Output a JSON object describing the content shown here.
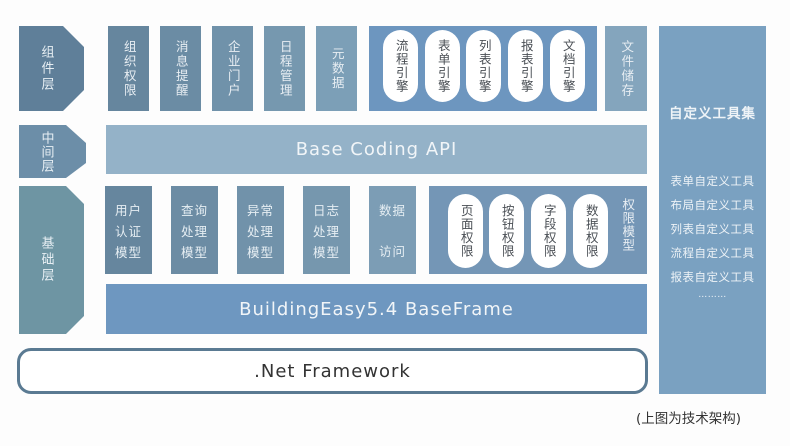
{
  "layers": {
    "component": "组件层",
    "middle": "中间层",
    "base": "基础层"
  },
  "component_row": {
    "boxes": [
      "组织权限",
      "消息提醒",
      "企业门户",
      "日程管理",
      "元数据"
    ],
    "engines": [
      "流程引擎",
      "表单引擎",
      "列表引擎",
      "报表引擎",
      "文档引擎"
    ],
    "storage": "文件储存"
  },
  "middle_bar": "Base Coding API",
  "base_row": {
    "models": [
      [
        "用户",
        "认证",
        "模型"
      ],
      [
        "查询",
        "处理",
        "模型"
      ],
      [
        "异常",
        "处理",
        "模型"
      ],
      [
        "日志",
        "处理",
        "模型"
      ],
      [
        "数据",
        "",
        "访问"
      ]
    ],
    "permissions": [
      "页面权限",
      "按钮权限",
      "字段权限",
      "数据权限"
    ],
    "permission_model_label": "权限模型"
  },
  "baseframe_bar": "BuildingEasy5.4 BaseFrame",
  "net_bar": ".Net Framework",
  "toolset": {
    "title": "自定义工具集",
    "items": [
      "表单自定义工具",
      "布局自定义工具",
      "列表自定义工具",
      "流程自定义工具",
      "报表自定义工具",
      "………"
    ]
  },
  "caption": "(上图为技术架构)",
  "colors": {
    "layer_dark": "#5f7f99",
    "layer_mid": "#6c8ea8",
    "layer_base": "#6e95a3",
    "middle_bar": "#94b2c8",
    "engine_group": "#6d96bf",
    "baseframe": "#6e97c0",
    "toolset": "#7aa1c1"
  }
}
